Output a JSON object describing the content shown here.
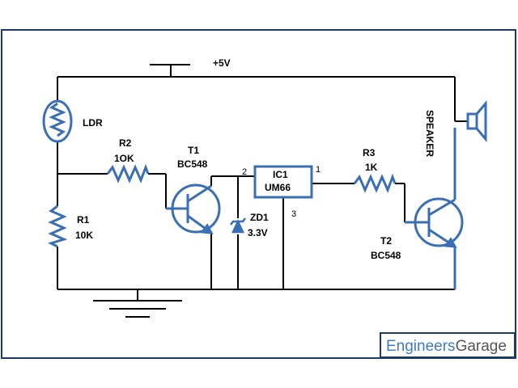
{
  "colors": {
    "wire": "#000000",
    "component": "#3a6fb5",
    "frame": "#1b3a6b",
    "brand_engineers": "#3e7cc4",
    "brand_garage": "#555555"
  },
  "supply": {
    "label": "+5V"
  },
  "ldr": {
    "label": "LDR"
  },
  "r2": {
    "name": "R2",
    "value": "1OK"
  },
  "r1": {
    "name": "R1",
    "value": "10K"
  },
  "t1": {
    "name": "T1",
    "part": "BC548"
  },
  "zd1": {
    "name": "ZD1",
    "value": "3.3V"
  },
  "ic1": {
    "name": "IC1",
    "part": "UM66",
    "pin_left": "2",
    "pin_right": "1",
    "pin_bottom": "3"
  },
  "r3": {
    "name": "R3",
    "value": "1K"
  },
  "t2": {
    "name": "T2",
    "part": "BC548"
  },
  "speaker": {
    "label": "SPEAKER"
  },
  "brand": {
    "part1": "Engineers",
    "part2": "Garage"
  }
}
